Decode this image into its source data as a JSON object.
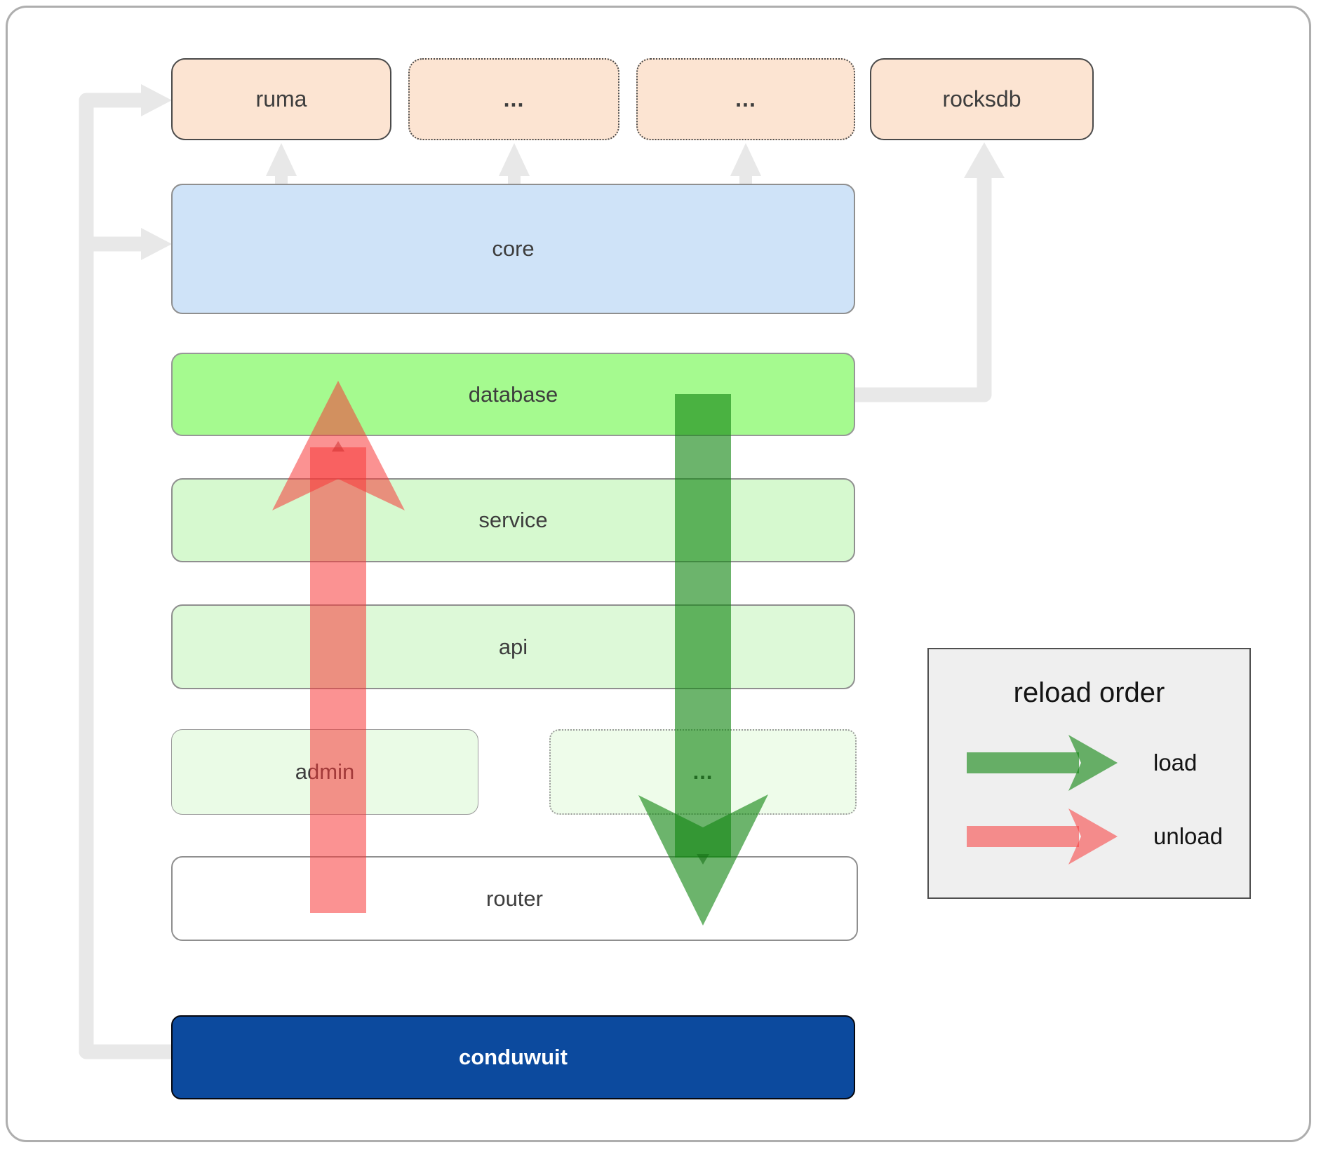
{
  "diagram": {
    "title_context": "conduwuit module architecture",
    "top_modules": [
      {
        "id": "ruma",
        "label": "ruma",
        "border": "solid"
      },
      {
        "id": "ellipsis1",
        "label": "...",
        "border": "dotted"
      },
      {
        "id": "ellipsis2",
        "label": "...",
        "border": "dotted"
      },
      {
        "id": "rocksdb",
        "label": "rocksdb",
        "border": "solid"
      }
    ],
    "layers": [
      {
        "id": "core",
        "label": "core"
      },
      {
        "id": "database",
        "label": "database"
      },
      {
        "id": "service",
        "label": "service"
      },
      {
        "id": "api",
        "label": "api"
      },
      {
        "id": "admin",
        "label": "admin"
      },
      {
        "id": "ellipsis3",
        "label": "..."
      },
      {
        "id": "router",
        "label": "router"
      },
      {
        "id": "conduwuit",
        "label": "conduwuit"
      }
    ],
    "connections": [
      "conduwuit -> ruma",
      "conduwuit -> core",
      "core -> ruma",
      "core -> ellipsis1",
      "core -> ellipsis2",
      "database -> rocksdb"
    ],
    "flow_arrows": [
      {
        "id": "unload-arrow",
        "direction": "up",
        "from": "router",
        "to": "database"
      },
      {
        "id": "load-arrow",
        "direction": "down",
        "from": "database",
        "to": "router"
      }
    ]
  },
  "legend": {
    "title": "reload order",
    "items": [
      {
        "id": "load",
        "label": "load",
        "color": "#128612"
      },
      {
        "id": "unload",
        "label": "unload",
        "color": "#f83838"
      }
    ]
  },
  "colors": {
    "module_peach": "#fce4d2",
    "core_blue": "#cfe3f8",
    "database_green": "#a5fa8f",
    "service_green": "#d6f9cf",
    "api_green": "#ddf9d8",
    "admin_green": "#eafbe6",
    "router_white": "#ffffff",
    "conduwuit_navy": "#0c4a9e",
    "connector_gray": "#e8e8e8",
    "load_arrow": "rgba(18,134,18,0.62)",
    "unload_arrow": "rgba(248,56,56,0.55)",
    "label_dark": "#3d3d3d"
  }
}
